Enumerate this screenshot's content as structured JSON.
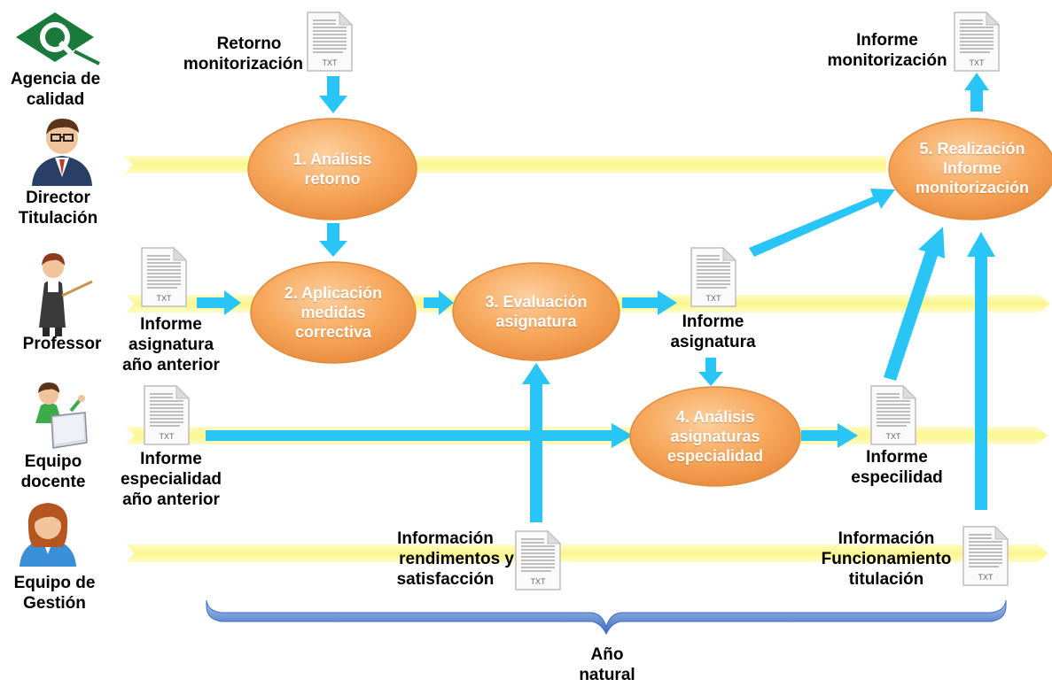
{
  "colors": {
    "swimlane": "#fdf9a6",
    "arrow": "#29c5f6",
    "process_fill": "#f7a75b",
    "process_stroke": "#e08a3c",
    "logo": "#1a7a3c",
    "timebar": "#4a78c8"
  },
  "roles": {
    "quality_agency": [
      "Agencia de",
      "calidad"
    ],
    "director": [
      "Director",
      "Titulación"
    ],
    "professor": [
      "Professor"
    ],
    "teaching_team": [
      "Equipo",
      "docente"
    ],
    "management_team": [
      "Equipo de",
      "Gestión"
    ]
  },
  "processes": {
    "p1": [
      "1. Análisis",
      "retorno"
    ],
    "p2": [
      "2. Aplicación",
      "medidas",
      "correctiva"
    ],
    "p3": [
      "3. Evaluación",
      "asignatura"
    ],
    "p4": [
      "4. Análisis",
      "asignaturas",
      "especialidad"
    ],
    "p5": [
      "5. Realización",
      "Informe",
      "monitorización"
    ]
  },
  "documents": {
    "icon_label": "TXT",
    "return_monitoring": [
      "Retorno",
      "monitorización"
    ],
    "monitoring_report": [
      "Informe",
      "monitorización"
    ],
    "prev_course_report": [
      "Informe",
      "asignatura",
      "año anterior"
    ],
    "course_report": [
      "Informe",
      "asignatura"
    ],
    "prev_specialty_report": [
      "Informe",
      "especialidad",
      "año anterior"
    ],
    "specialty_report": [
      "Informe",
      "especilidad"
    ],
    "performance_info": [
      "Información",
      "rendimentos y",
      "satisfacción"
    ],
    "operation_info": [
      "Información",
      "Funcionamiento",
      "titulación"
    ]
  },
  "timeline": {
    "label": [
      "Año",
      "natural"
    ]
  }
}
